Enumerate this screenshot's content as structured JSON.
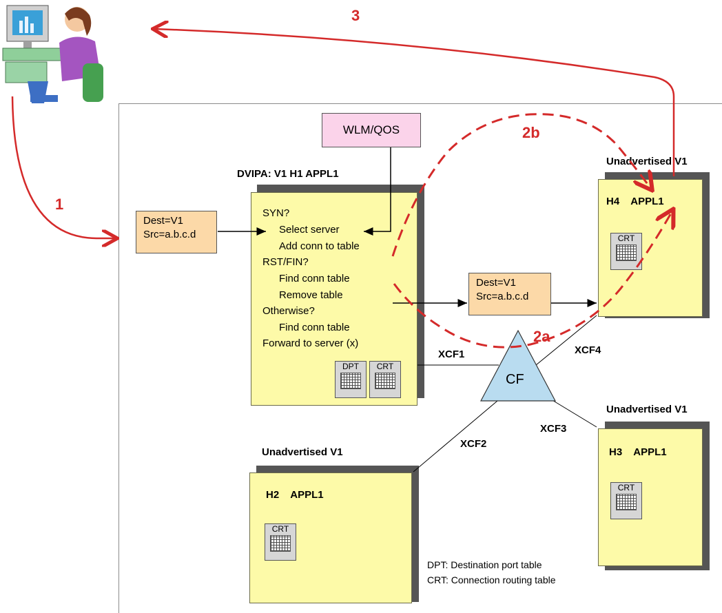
{
  "wlm_box": "WLM/QOS",
  "h1": {
    "header": "DVIPA: V1   H1   APPL1",
    "lines": [
      "SYN?",
      "Select server",
      "Add conn to table",
      "RST/FIN?",
      "Find conn table",
      "Remove table",
      "Otherwise?",
      "Find conn table",
      "Forward to server (x)"
    ],
    "table_dpt": "DPT",
    "table_crt": "CRT"
  },
  "packet_in": {
    "dest": "Dest=V1",
    "src": "Src=a.b.c.d"
  },
  "packet_mid": {
    "dest": "Dest=V1",
    "src": "Src=a.b.c.d"
  },
  "h4": {
    "header": "Unadvertised V1",
    "title": "H4    APPL1",
    "table": "CRT"
  },
  "h3": {
    "header": "Unadvertised V1",
    "title": "H3    APPL1",
    "table": "CRT"
  },
  "h2": {
    "header": "Unadvertised V1",
    "title": "H2    APPL1",
    "table": "CRT"
  },
  "cf": "CF",
  "links": {
    "xcf1": "XCF1",
    "xcf2": "XCF2",
    "xcf3": "XCF3",
    "xcf4": "XCF4"
  },
  "steps": {
    "s1": "1",
    "s2a": "2a",
    "s2b": "2b",
    "s3": "3"
  },
  "legend": {
    "dpt": "DPT: Destination port table",
    "crt": "CRT: Connection routing table"
  },
  "colors": {
    "flow": "#d42a2a",
    "host": "#fdfaa8",
    "packet": "#fcd9a8",
    "cf": "#b9dcf0",
    "wlm": "#fbd3ea"
  }
}
